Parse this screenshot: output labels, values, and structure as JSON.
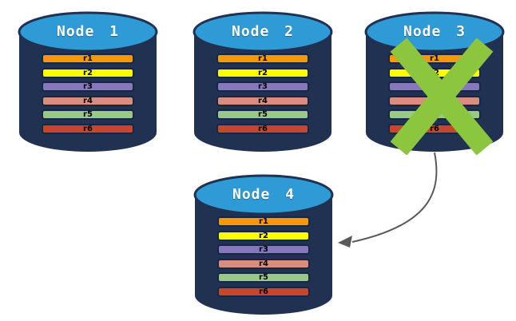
{
  "colors": {
    "background": "#ffffff",
    "cylinder-body": "#203151",
    "cylinder-lid": "#2e9bd6",
    "node-title": "#ffffff",
    "bar-border": "#152741",
    "bar-text": "#000000",
    "x-mark": "#8cc63e",
    "arrow": "#595959"
  },
  "nodes": [
    {
      "label": "Node 1",
      "failed": false
    },
    {
      "label": "Node 2",
      "failed": false
    },
    {
      "label": "Node 3",
      "failed": true
    },
    {
      "label": "Node 4",
      "failed": false
    }
  ],
  "replicas": [
    {
      "label": "r1",
      "color": "#f7970b"
    },
    {
      "label": "r2",
      "color": "#fdfd00"
    },
    {
      "label": "r3",
      "color": "#8778be"
    },
    {
      "label": "r4",
      "color": "#d98d7c"
    },
    {
      "label": "r5",
      "color": "#99c986"
    },
    {
      "label": "r6",
      "color": "#c6462e"
    }
  ],
  "arrow": {
    "from": "Node 3",
    "to": "Node 4"
  }
}
